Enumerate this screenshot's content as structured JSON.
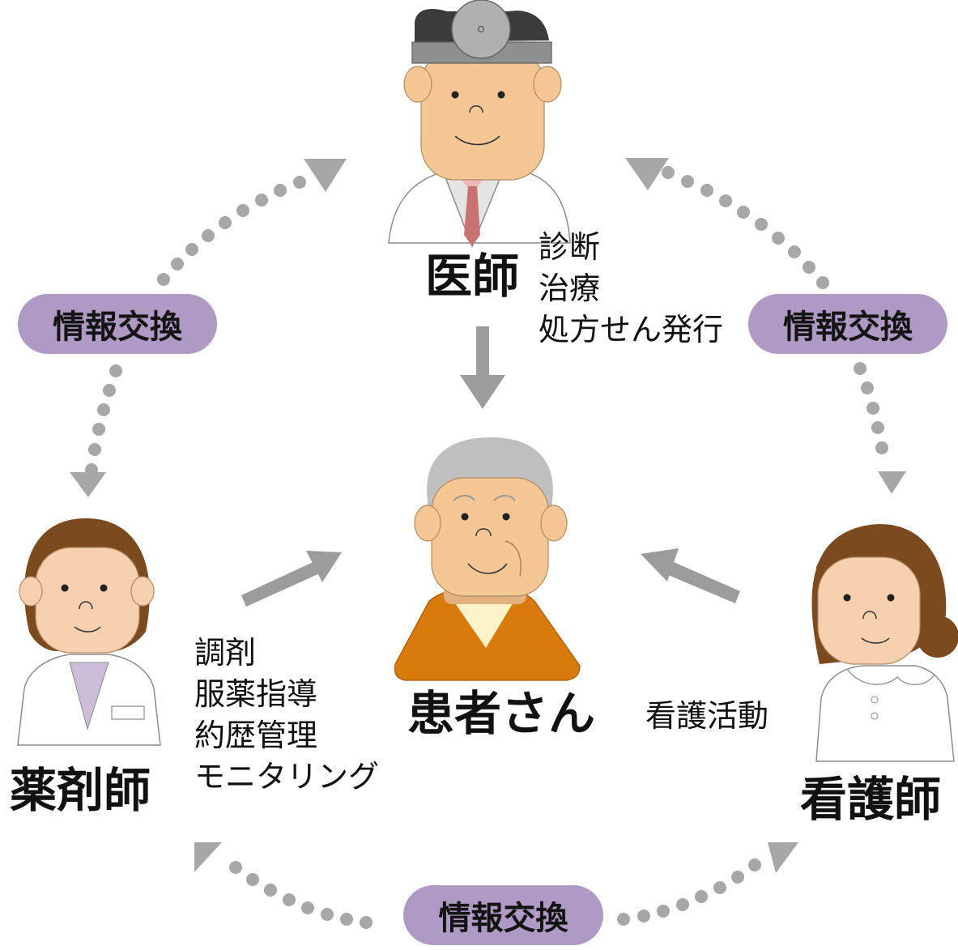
{
  "roles": {
    "doctor": "医師",
    "patient": "患者さん",
    "pharmacist": "薬剤師",
    "nurse": "看護師"
  },
  "duties": {
    "doctor": [
      "診断",
      "治療",
      "処方せん発行"
    ],
    "pharmacist": [
      "調剤",
      "服薬指導",
      "約歴管理",
      "モニタリング"
    ],
    "nurse": [
      "看護活動"
    ]
  },
  "exchange": {
    "left": "情報交換",
    "right": "情報交換",
    "bottom": "情報交換"
  },
  "colors": {
    "pill": "#ae9ac4",
    "arrow": "#9b9c9c",
    "dots": "#a6a7a7",
    "skin": "#f4c795",
    "patient_shirt": "#d97a0c",
    "female_hair": "#7b4a1f"
  },
  "icons": {
    "doctor": "doctor-with-head-mirror",
    "patient": "elderly-patient",
    "pharmacist": "female-pharmacist",
    "nurse": "female-nurse"
  }
}
